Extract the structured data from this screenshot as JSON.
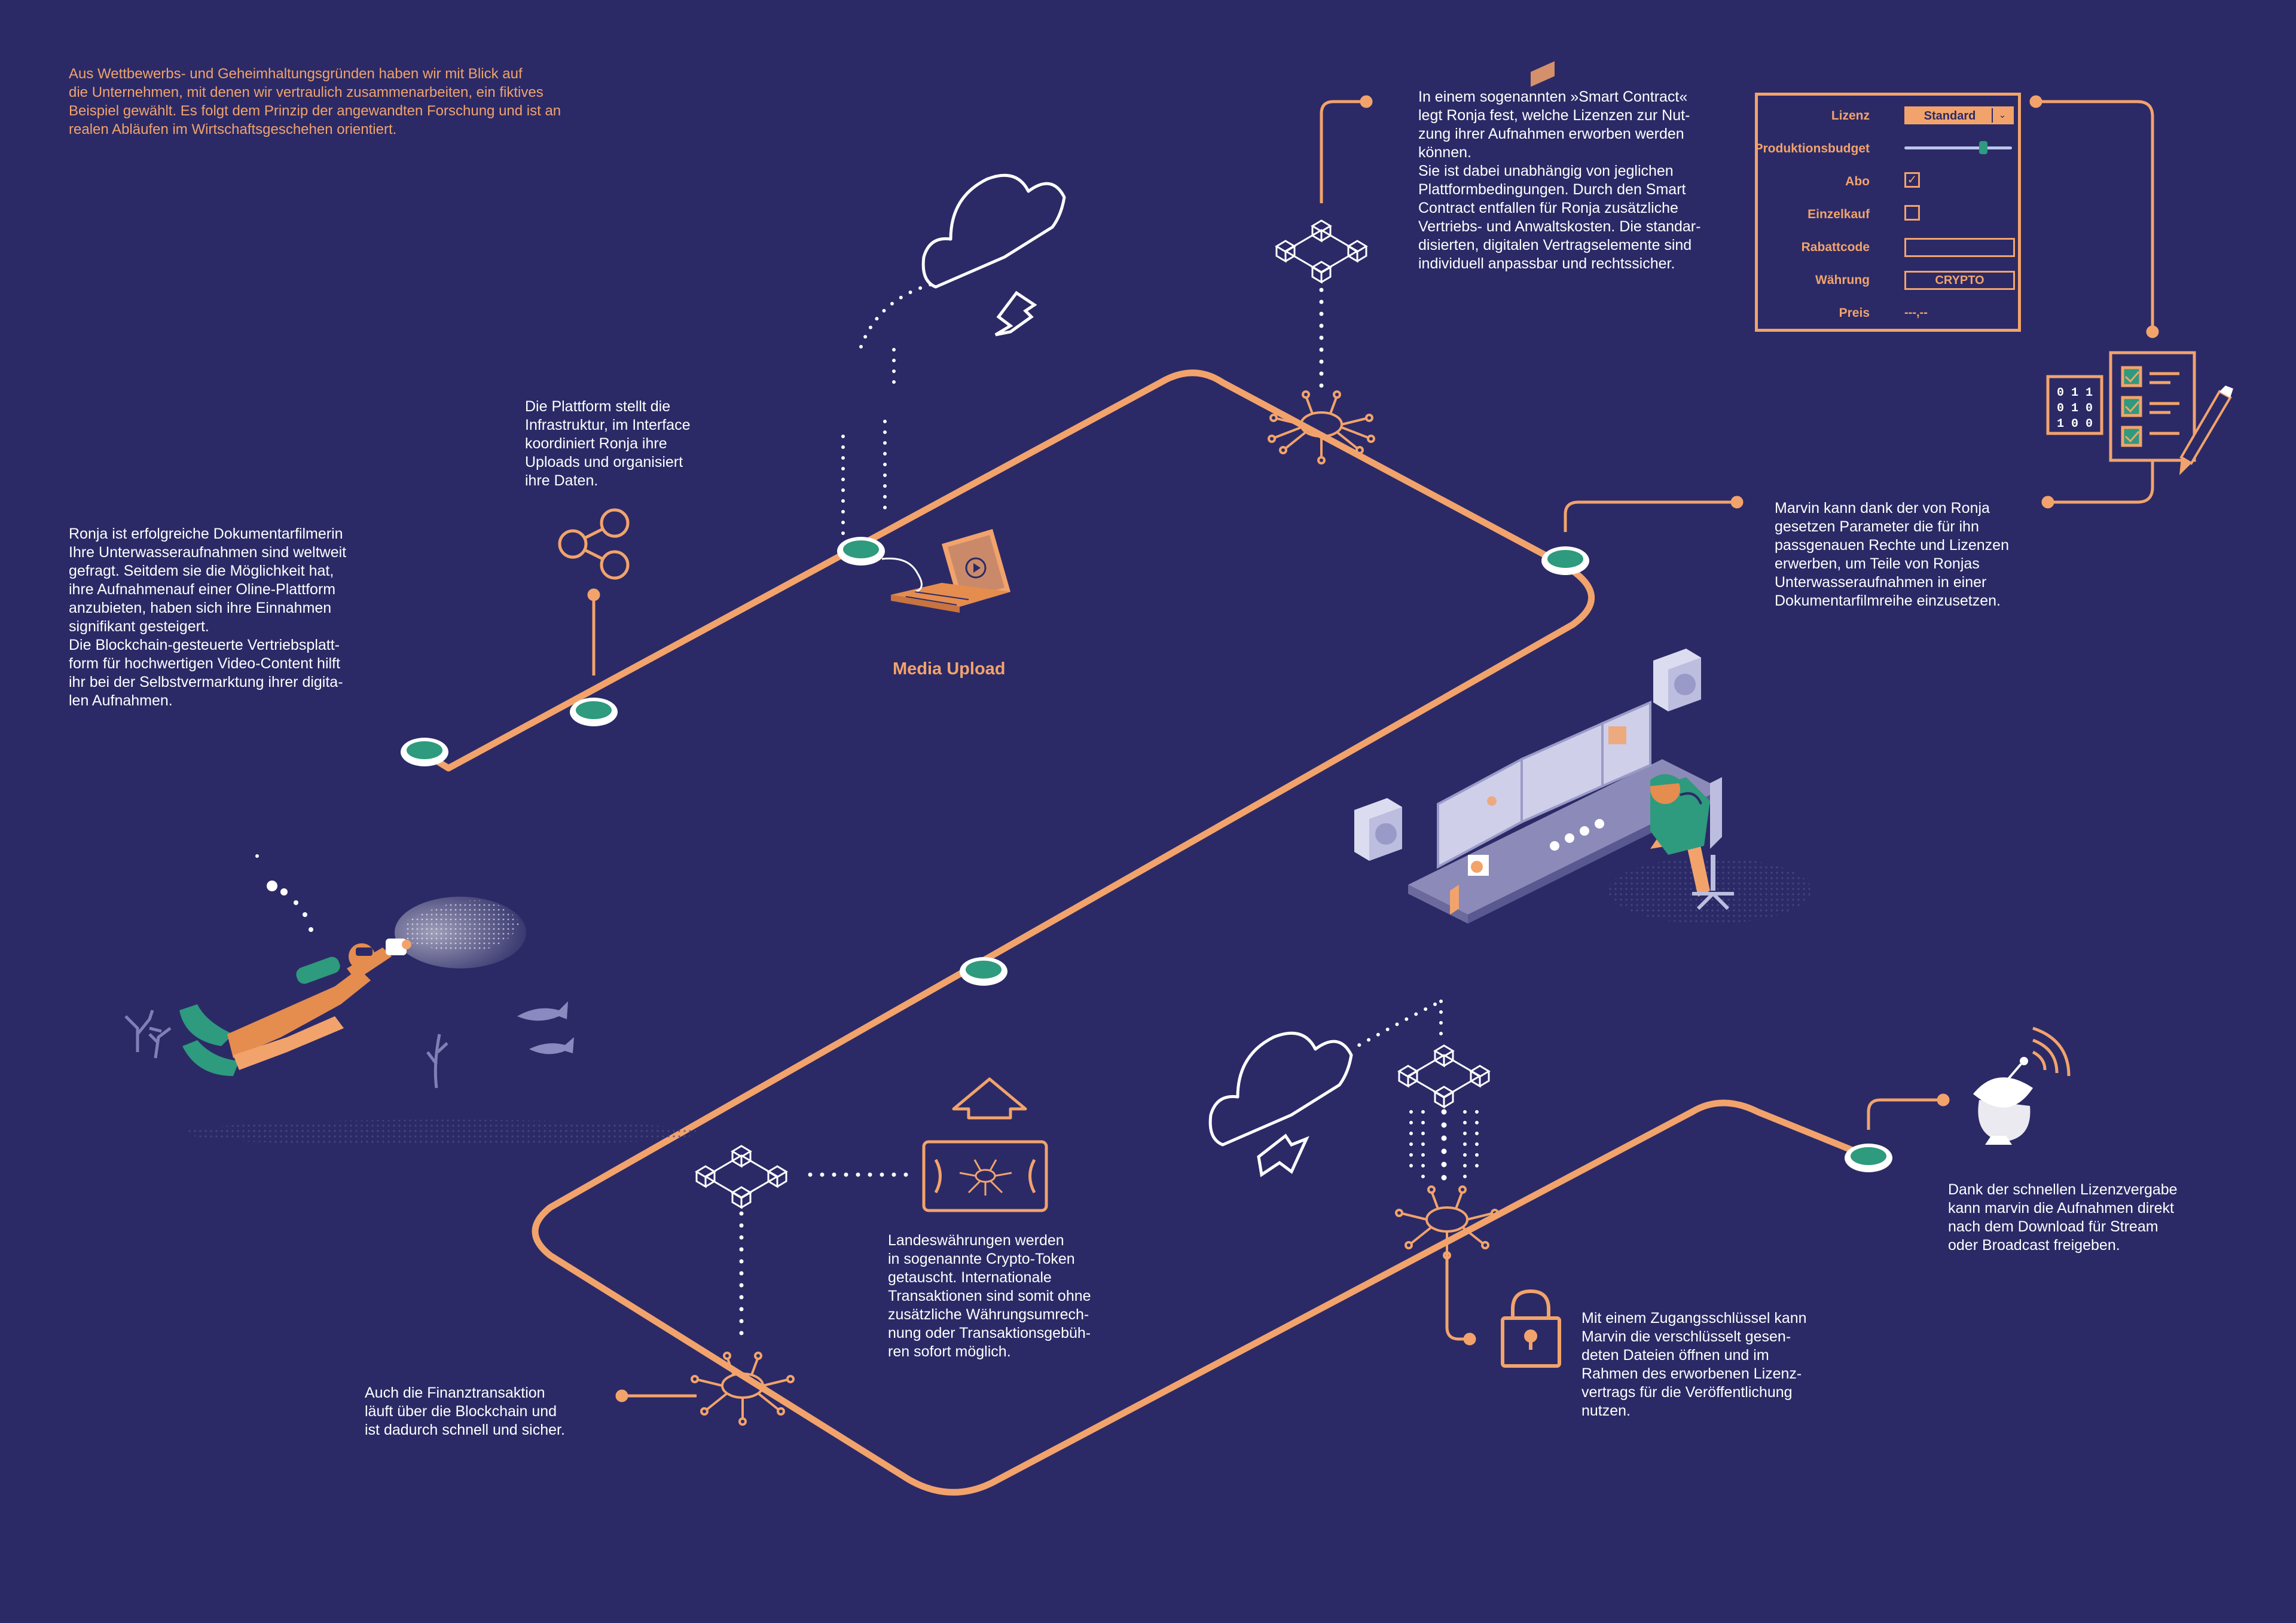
{
  "colors": {
    "background": "#2b2a66",
    "path": "#f2a36c",
    "node": "#2e9a7e",
    "text": "#ffffff",
    "accent_text": "#f2a36c"
  },
  "intro_text": "Aus Wettbewerbs- und Geheimhaltungsgründen haben wir mit Blick auf\ndie Unternehmen, mit denen wir vertraulich zusammenarbeiten, ein fiktives\nBeispiel gewählt. Es folgt dem Prinzip der angewandten Forschung und ist an\nrealen Abläufen im Wirtschaftsgeschehen orientiert.",
  "texts": {
    "ronja": "Ronja ist erfolgreiche Dokumentarfilmerin\nIhre Unterwasseraufnahmen sind weltweit\ngefragt. Seitdem sie die Möglichkeit hat,\nihre Aufnahmenauf einer Oline-Plattform\nanzubieten, haben sich ihre Einnahmen\nsignifikant gesteigert.\nDie Blockchain-gesteuerte Vertriebsplatt-\nform für hochwertigen Video-Content hilft\nihr bei der Selbstvermarktung ihrer digita-\nlen Aufnahmen.",
    "platform": "Die Plattform stellt die\nInfrastruktur, im Interface\nkoordiniert Ronja ihre\nUploads und organisiert\nihre Daten.",
    "smart_contract": "In einem sogenannten »Smart Contract«\nlegt Ronja fest, welche Lizenzen zur Nut-\nzung ihrer Aufnahmen erworben werden\nkönnen.\nSie ist dabei unabhängig von jeglichen\nPlattformbedingungen. Durch den Smart\nContract entfallen für Ronja zusätzliche\nVertriebs- und Anwaltskosten. Die standar-\ndisierten, digitalen Vertragselemente sind\nindividuell anpassbar und rechtssicher.",
    "marvin": "Marvin kann dank der von Ronja\ngesetzen Parameter die für ihn\npassgenauen Rechte und Lizenzen\nerwerben, um Teile von Ronjas\nUnterwasseraufnahmen in einer\nDokumentarfilmreihe einzusetzen.",
    "crypto": "Landeswährungen werden\nin sogenannte Crypto-Token\ngetauscht. Internationale\nTransaktionen sind somit ohne\nzusätzliche Währungsumrech-\nnung oder Transaktionsgebüh-\nren sofort möglich.",
    "finance": "Auch die Finanztransaktion\nläuft über die Blockchain und\nist dadurch  schnell und sicher.",
    "key": "Mit einem Zugangsschlüssel kann\nMarvin die verschlüsselt gesen-\ndeten Dateien öffnen und im\nRahmen des erworbenen Lizenz-\nvertrags für die Veröffentlichung\nnutzen.",
    "broadcast": "Dank der schnellen Lizenzvergabe\nkann marvin die Aufnahmen direkt\nnach dem Download für Stream\noder Broadcast freigeben."
  },
  "media_upload_label": "Media Upload",
  "form": {
    "license_label": "Lizenz",
    "license_value": "Standard",
    "budget_label": "Produktionsbudget",
    "budget_level": 0.75,
    "abo_label": "Abo",
    "abo_checked": true,
    "single_label": "Einzelkauf",
    "single_checked": false,
    "discount_label": "Rabattcode",
    "discount_value": "",
    "currency_label": "Währung",
    "currency_value": "CRYPTO",
    "price_label": "Preis",
    "price_value": "---,--"
  },
  "binary_lines": [
    "0 1 1",
    "0 1 0",
    "1 0 0"
  ],
  "icons": [
    "cloud-upload-icon",
    "cloud-download-icon",
    "share-icon",
    "laptop-icon",
    "blockchain-cube-icon",
    "network-hub-icon",
    "token-card-icon",
    "upload-arrow-icon",
    "checklist-icon",
    "pen-icon",
    "binary-code-icon",
    "lock-icon",
    "satellite-dish-icon",
    "speaker-icon",
    "diver-illustration",
    "editing-desk-illustration"
  ]
}
